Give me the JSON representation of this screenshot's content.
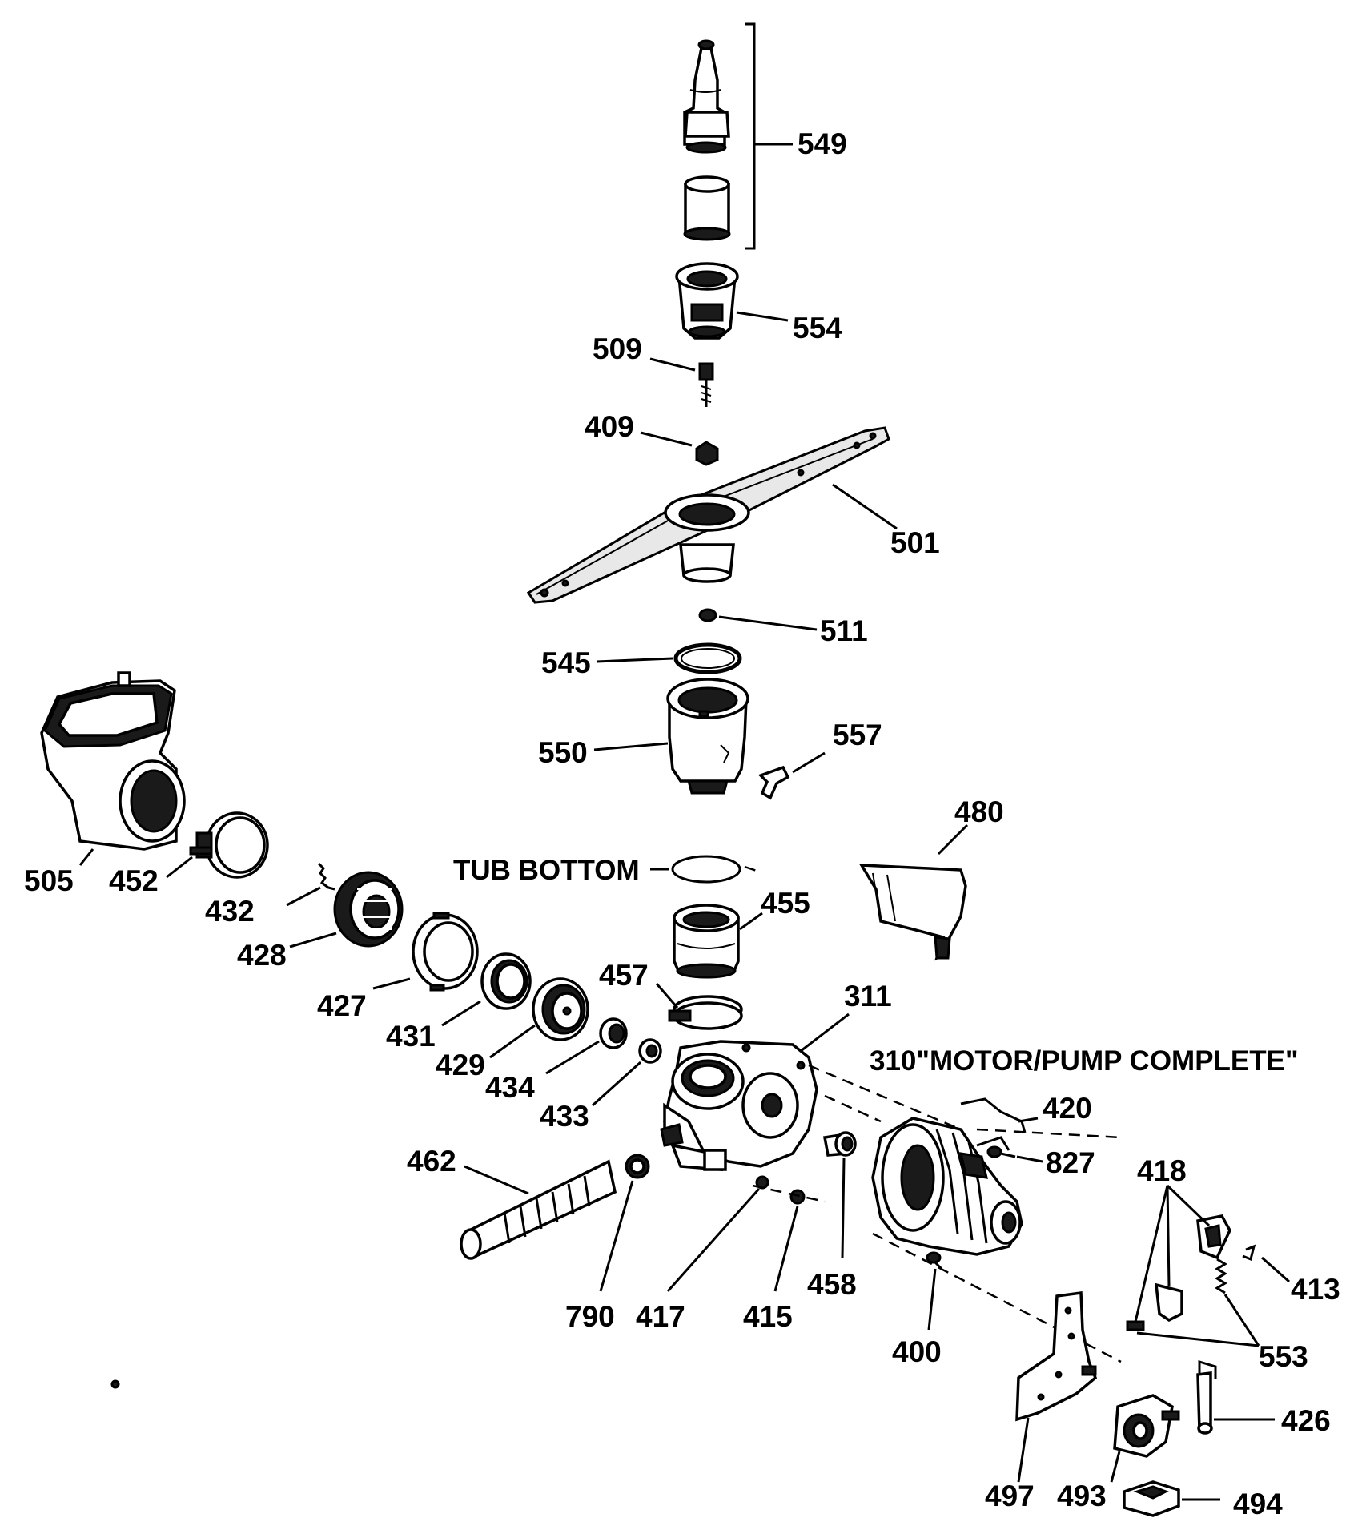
{
  "diagram": {
    "tub_bottom": "TUB BOTTOM",
    "motor_note": "310\"MOTOR/PUMP COMPLETE\"",
    "labels": {
      "p549": "549",
      "p554": "554",
      "p509": "509",
      "p409": "409",
      "p501": "501",
      "p511": "511",
      "p545": "545",
      "p550": "550",
      "p557": "557",
      "p480": "480",
      "p505": "505",
      "p452": "452",
      "p432": "432",
      "p428": "428",
      "p455": "455",
      "p427": "427",
      "p457": "457",
      "p311": "311",
      "p431": "431",
      "p429": "429",
      "p434": "434",
      "p433": "433",
      "p420": "420",
      "p462": "462",
      "p827": "827",
      "p418": "418",
      "p413": "413",
      "p790": "790",
      "p417": "417",
      "p415": "415",
      "p458": "458",
      "p400": "400",
      "p553": "553",
      "p426": "426",
      "p497": "497",
      "p493": "493",
      "p494": "494"
    }
  }
}
